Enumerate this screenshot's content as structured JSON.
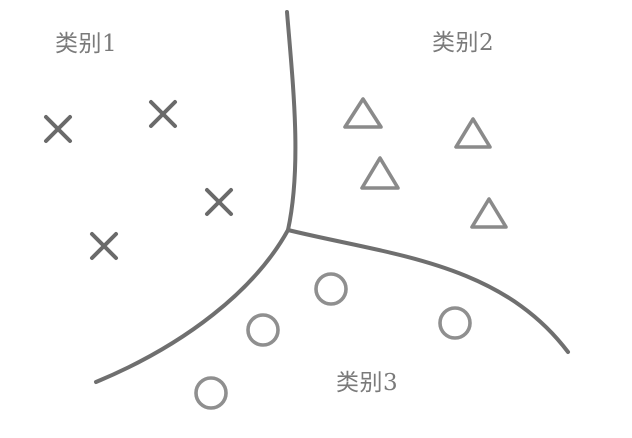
{
  "labels": {
    "class1": "类别1",
    "class2": "类别2",
    "class3": "类别3"
  },
  "colors": {
    "boundary": "#6f6f6f",
    "cross": "#6a6a6a",
    "triangle": "#8a8a8a",
    "circle": "#8f8f8f",
    "text": "#7a7a7a",
    "background": "#ffffff"
  }
}
